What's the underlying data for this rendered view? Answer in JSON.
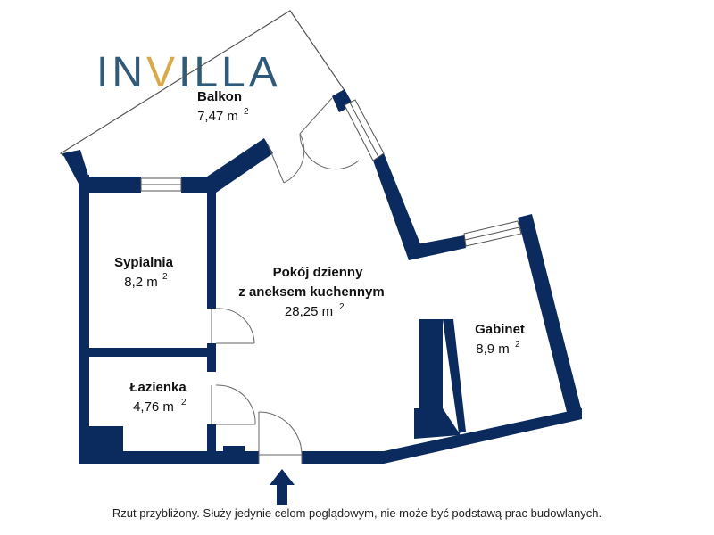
{
  "logo": {
    "prefix": "IN",
    "accent_letter": "V",
    "suffix": "ILLA",
    "color_main": "#2f5a7a",
    "color_accent": "#d9a94a"
  },
  "colors": {
    "wall": "#0b2a5e",
    "line": "#666666"
  },
  "rooms": {
    "balcony": {
      "name": "Balkon",
      "area": "7,47 m",
      "unit_sup": "2"
    },
    "bedroom": {
      "name": "Sypialnia",
      "area": "8,2 m",
      "unit_sup": "2"
    },
    "living": {
      "name_line1": "Pokój dzienny",
      "name_line2": "z aneksem kuchennym",
      "area": "28,25 m",
      "unit_sup": "2"
    },
    "office": {
      "name": "Gabinet",
      "area": "8,9 m",
      "unit_sup": "2"
    },
    "bathroom": {
      "name": "Łazienka",
      "area": "4,76 m",
      "unit_sup": "2"
    }
  },
  "entrance": {
    "icon": "entrance-arrow-icon"
  },
  "disclaimer": "Rzut przybliżony. Służy jedynie celom poglądowym, nie może być podstawą prac budowlanych."
}
